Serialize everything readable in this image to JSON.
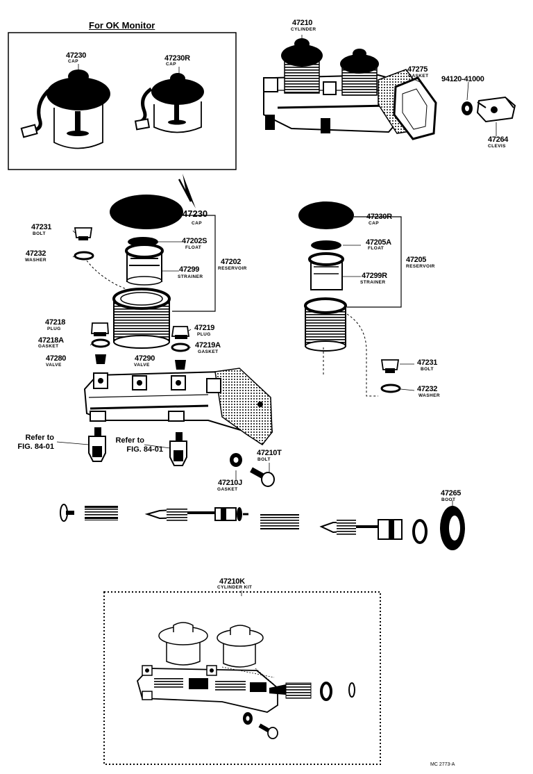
{
  "inset": {
    "title": "For OK Monitor"
  },
  "labels": {
    "p47230_inset": "47230",
    "p47230_inset_sub": "CAP",
    "p47230R_inset": "47230R",
    "p47230R_inset_sub": "CAP",
    "p47210": "47210",
    "p47210_sub": "CYLINDER",
    "p47275": "47275",
    "p47275_sub": "GASKET",
    "p94120": "94120-41000",
    "p47264": "47264",
    "p47264_sub": "CLEVIS",
    "p47230": "47230",
    "p47230_sub": "CAP",
    "p47231a": "47231",
    "p47231a_sub": "BOLT",
    "p47232a": "47232",
    "p47232a_sub": "WASHER",
    "p47202S": "47202S",
    "p47202S_sub": "FLOAT",
    "p47202": "47202",
    "p47202_sub": "RESERVOIR",
    "p47299": "47299",
    "p47299_sub": "STRAINER",
    "p47230R": "47230R",
    "p47230R_sub": "CAP",
    "p47205A": "47205A",
    "p47205A_sub": "FLOAT",
    "p47205": "47205",
    "p47205_sub": "RESERVOIR",
    "p47299R": "47299R",
    "p47299R_sub": "STRAINER",
    "p47218": "47218",
    "p47218_sub": "PLUG",
    "p47218A": "47218A",
    "p47218A_sub": "GASKET",
    "p47219": "47219",
    "p47219_sub": "PLUG",
    "p47219A": "47219A",
    "p47219A_sub": "GASKET",
    "p47280": "47280",
    "p47280_sub": "VALVE",
    "p47290": "47290",
    "p47290_sub": "VALVE",
    "p47231b": "47231",
    "p47231b_sub": "BOLT",
    "p47232b": "47232",
    "p47232b_sub": "WASHER",
    "ref1_line1": "Refer to",
    "ref1_line2": "FIG. 84-01",
    "ref2_line1": "Refer to",
    "ref2_line2": "FIG. 84-01",
    "p47210T": "47210T",
    "p47210T_sub": "BOLT",
    "p47210J": "47210J",
    "p47210J_sub": "GASKET",
    "p47265": "47265",
    "p47265_sub": "BOOT",
    "p47210K": "47210K",
    "p47210K_sub": "CYLINDER KIT"
  },
  "footer": {
    "code": "MC 2773-A"
  }
}
